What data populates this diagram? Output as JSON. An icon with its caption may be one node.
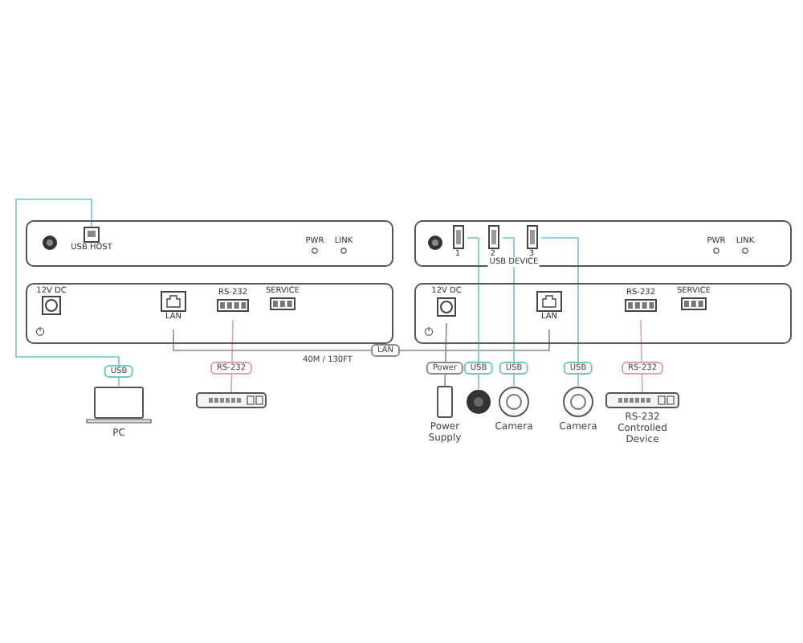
{
  "diagram": {
    "nodes": [
      {
        "text": [],
        "shape": "box"
      },
      {
        "text": [
          "USB HOST"
        ],
        "in": 0
      },
      {
        "text": [],
        "shape": "box"
      },
      {
        "text": [
          "LAN"
        ],
        "in": 2
      },
      {
        "text": [
          "RS-232"
        ],
        "in": 2
      },
      {
        "text": [],
        "shape": "box"
      },
      {
        "text": [
          "1"
        ],
        "in": 5
      },
      {
        "text": [
          "2"
        ],
        "in": 5
      },
      {
        "text": [
          "3"
        ],
        "in": 5
      },
      {
        "text": [],
        "shape": "box"
      },
      {
        "text": [
          "12V DC"
        ],
        "in": 9
      },
      {
        "text": [
          "LAN"
        ],
        "in": 9
      },
      {
        "text": [
          "RS-232"
        ],
        "in": 9
      },
      {
        "text": [
          "PC"
        ]
      },
      {
        "text": [],
        "shape": "box"
      },
      {
        "text": [
          "Power Supply"
        ]
      },
      {
        "text": [],
        "shape": "circle"
      },
      {
        "text": [
          "Camera"
        ]
      },
      {
        "text": [
          "Camera"
        ]
      },
      {
        "text": [
          "RS-232 Controlled Device"
        ]
      }
    ],
    "edges": [
      {
        "from": 1,
        "to": 13,
        "arrow": "none",
        "label": "USB"
      },
      {
        "from": 4,
        "to": 14,
        "arrow": "none",
        "label": "RS-232",
        "color": "#e3a1a8"
      },
      {
        "from": 3,
        "to": 11,
        "arrow": "none",
        "label": "LAN",
        "color": "#8a8a8a"
      },
      {
        "from": 10,
        "to": 15,
        "arrow": "none",
        "label": "Power",
        "color": "#8a8a8a"
      },
      {
        "from": 6,
        "to": 16,
        "arrow": "none",
        "label": "USB"
      },
      {
        "from": 7,
        "to": 17,
        "arrow": "none",
        "label": "USB"
      },
      {
        "from": 8,
        "to": 18,
        "arrow": "none",
        "label": "USB"
      },
      {
        "from": 12,
        "to": 19,
        "arrow": "none",
        "label": "RS-232",
        "color": "#e3a1a8"
      }
    ],
    "labels": [
      "PWR",
      "LINK",
      "USB DEVICE",
      "PWR",
      "LINK",
      "12V DC",
      "SERVICE",
      "SERVICE",
      "40M / 130FT"
    ]
  }
}
